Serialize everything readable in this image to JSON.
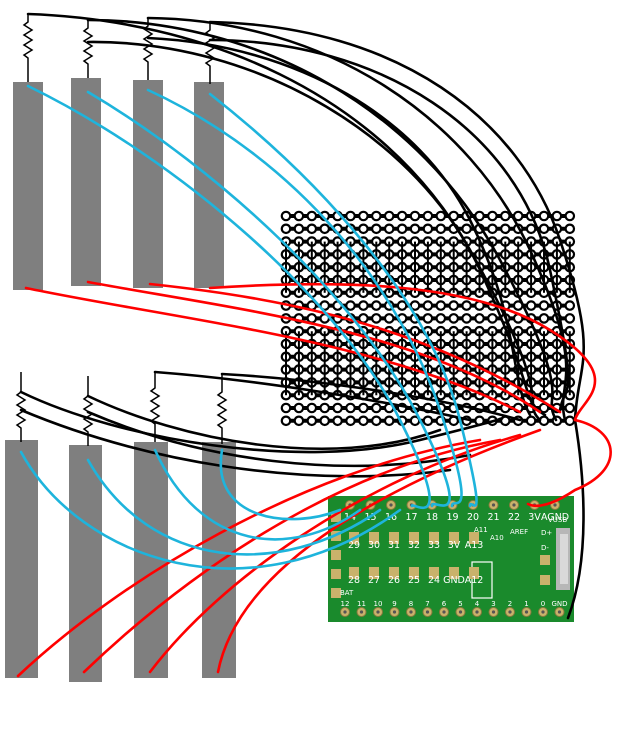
{
  "colors": {
    "wire_black": "#000000",
    "wire_red": "#ff0000",
    "wire_blue": "#1eb4dc",
    "strip_gray": "#7f7f7f",
    "board_green": "#1a8a2c",
    "pad_gold": "#c9b26b"
  },
  "board": {
    "top_row_pins": [
      "14",
      "15",
      "16",
      "17",
      "18",
      "19",
      "20",
      "21",
      "22",
      "3V",
      "AGND"
    ],
    "mid_row_pins": [
      "29",
      "30",
      "31",
      "32",
      "33",
      "3V",
      "A13"
    ],
    "lower_row_pins": [
      "28",
      "27",
      "26",
      "25",
      "24",
      "GND",
      "A12"
    ],
    "bottom_row_pins": [
      "12",
      "11",
      "10",
      "9",
      "8",
      "7",
      "6",
      "5",
      "4",
      "3",
      "2",
      "1",
      "0",
      "GND"
    ],
    "side_labels": [
      "D+",
      "D-",
      "VUSB",
      "A10",
      "A11",
      "AREF",
      "BAT"
    ]
  }
}
